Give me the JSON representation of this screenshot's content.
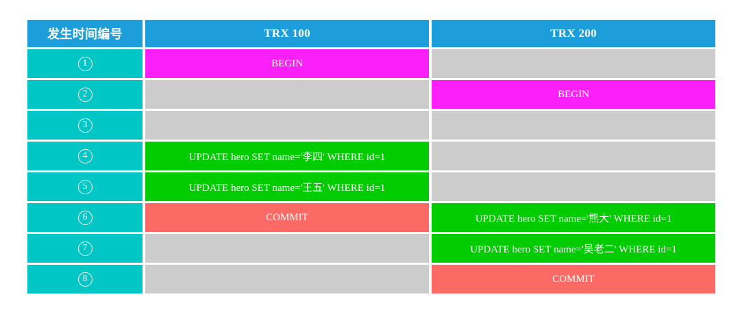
{
  "colors": {
    "page_bg": "#FFFFFF",
    "header_bg": "#1E9DDB",
    "time_bg": "#00C6C6",
    "empty_bg": "#CCCCCC",
    "begin_bg": "#FB1FF9",
    "update_bg": "#00CC00",
    "commit_bg": "#FC6A65",
    "text": "#FFFFFF"
  },
  "table": {
    "headers": [
      "发生时间编号",
      "TRX 100",
      "TRX 200"
    ],
    "rows": [
      {
        "step": "1",
        "trx100": {
          "kind": "begin",
          "text": "BEGIN"
        },
        "trx200": {
          "kind": "empty",
          "text": ""
        }
      },
      {
        "step": "2",
        "trx100": {
          "kind": "empty",
          "text": ""
        },
        "trx200": {
          "kind": "begin",
          "text": "BEGIN"
        }
      },
      {
        "step": "3",
        "trx100": {
          "kind": "empty",
          "text": ""
        },
        "trx200": {
          "kind": "empty",
          "text": ""
        }
      },
      {
        "step": "4",
        "trx100": {
          "kind": "update",
          "text": "UPDATE hero SET name='李四' WHERE id=1"
        },
        "trx200": {
          "kind": "empty",
          "text": ""
        }
      },
      {
        "step": "5",
        "trx100": {
          "kind": "update",
          "text": "UPDATE hero SET name='王五' WHERE id=1"
        },
        "trx200": {
          "kind": "empty",
          "text": ""
        }
      },
      {
        "step": "6",
        "trx100": {
          "kind": "commit",
          "text": "COMMIT"
        },
        "trx200": {
          "kind": "update",
          "text": "UPDATE hero SET name='熊大' WHERE id=1"
        }
      },
      {
        "step": "7",
        "trx100": {
          "kind": "empty",
          "text": ""
        },
        "trx200": {
          "kind": "update",
          "text": "UPDATE hero SET name='吴老二' WHERE id=1"
        }
      },
      {
        "step": "8",
        "trx100": {
          "kind": "empty",
          "text": ""
        },
        "trx200": {
          "kind": "commit",
          "text": "COMMIT"
        }
      }
    ]
  }
}
